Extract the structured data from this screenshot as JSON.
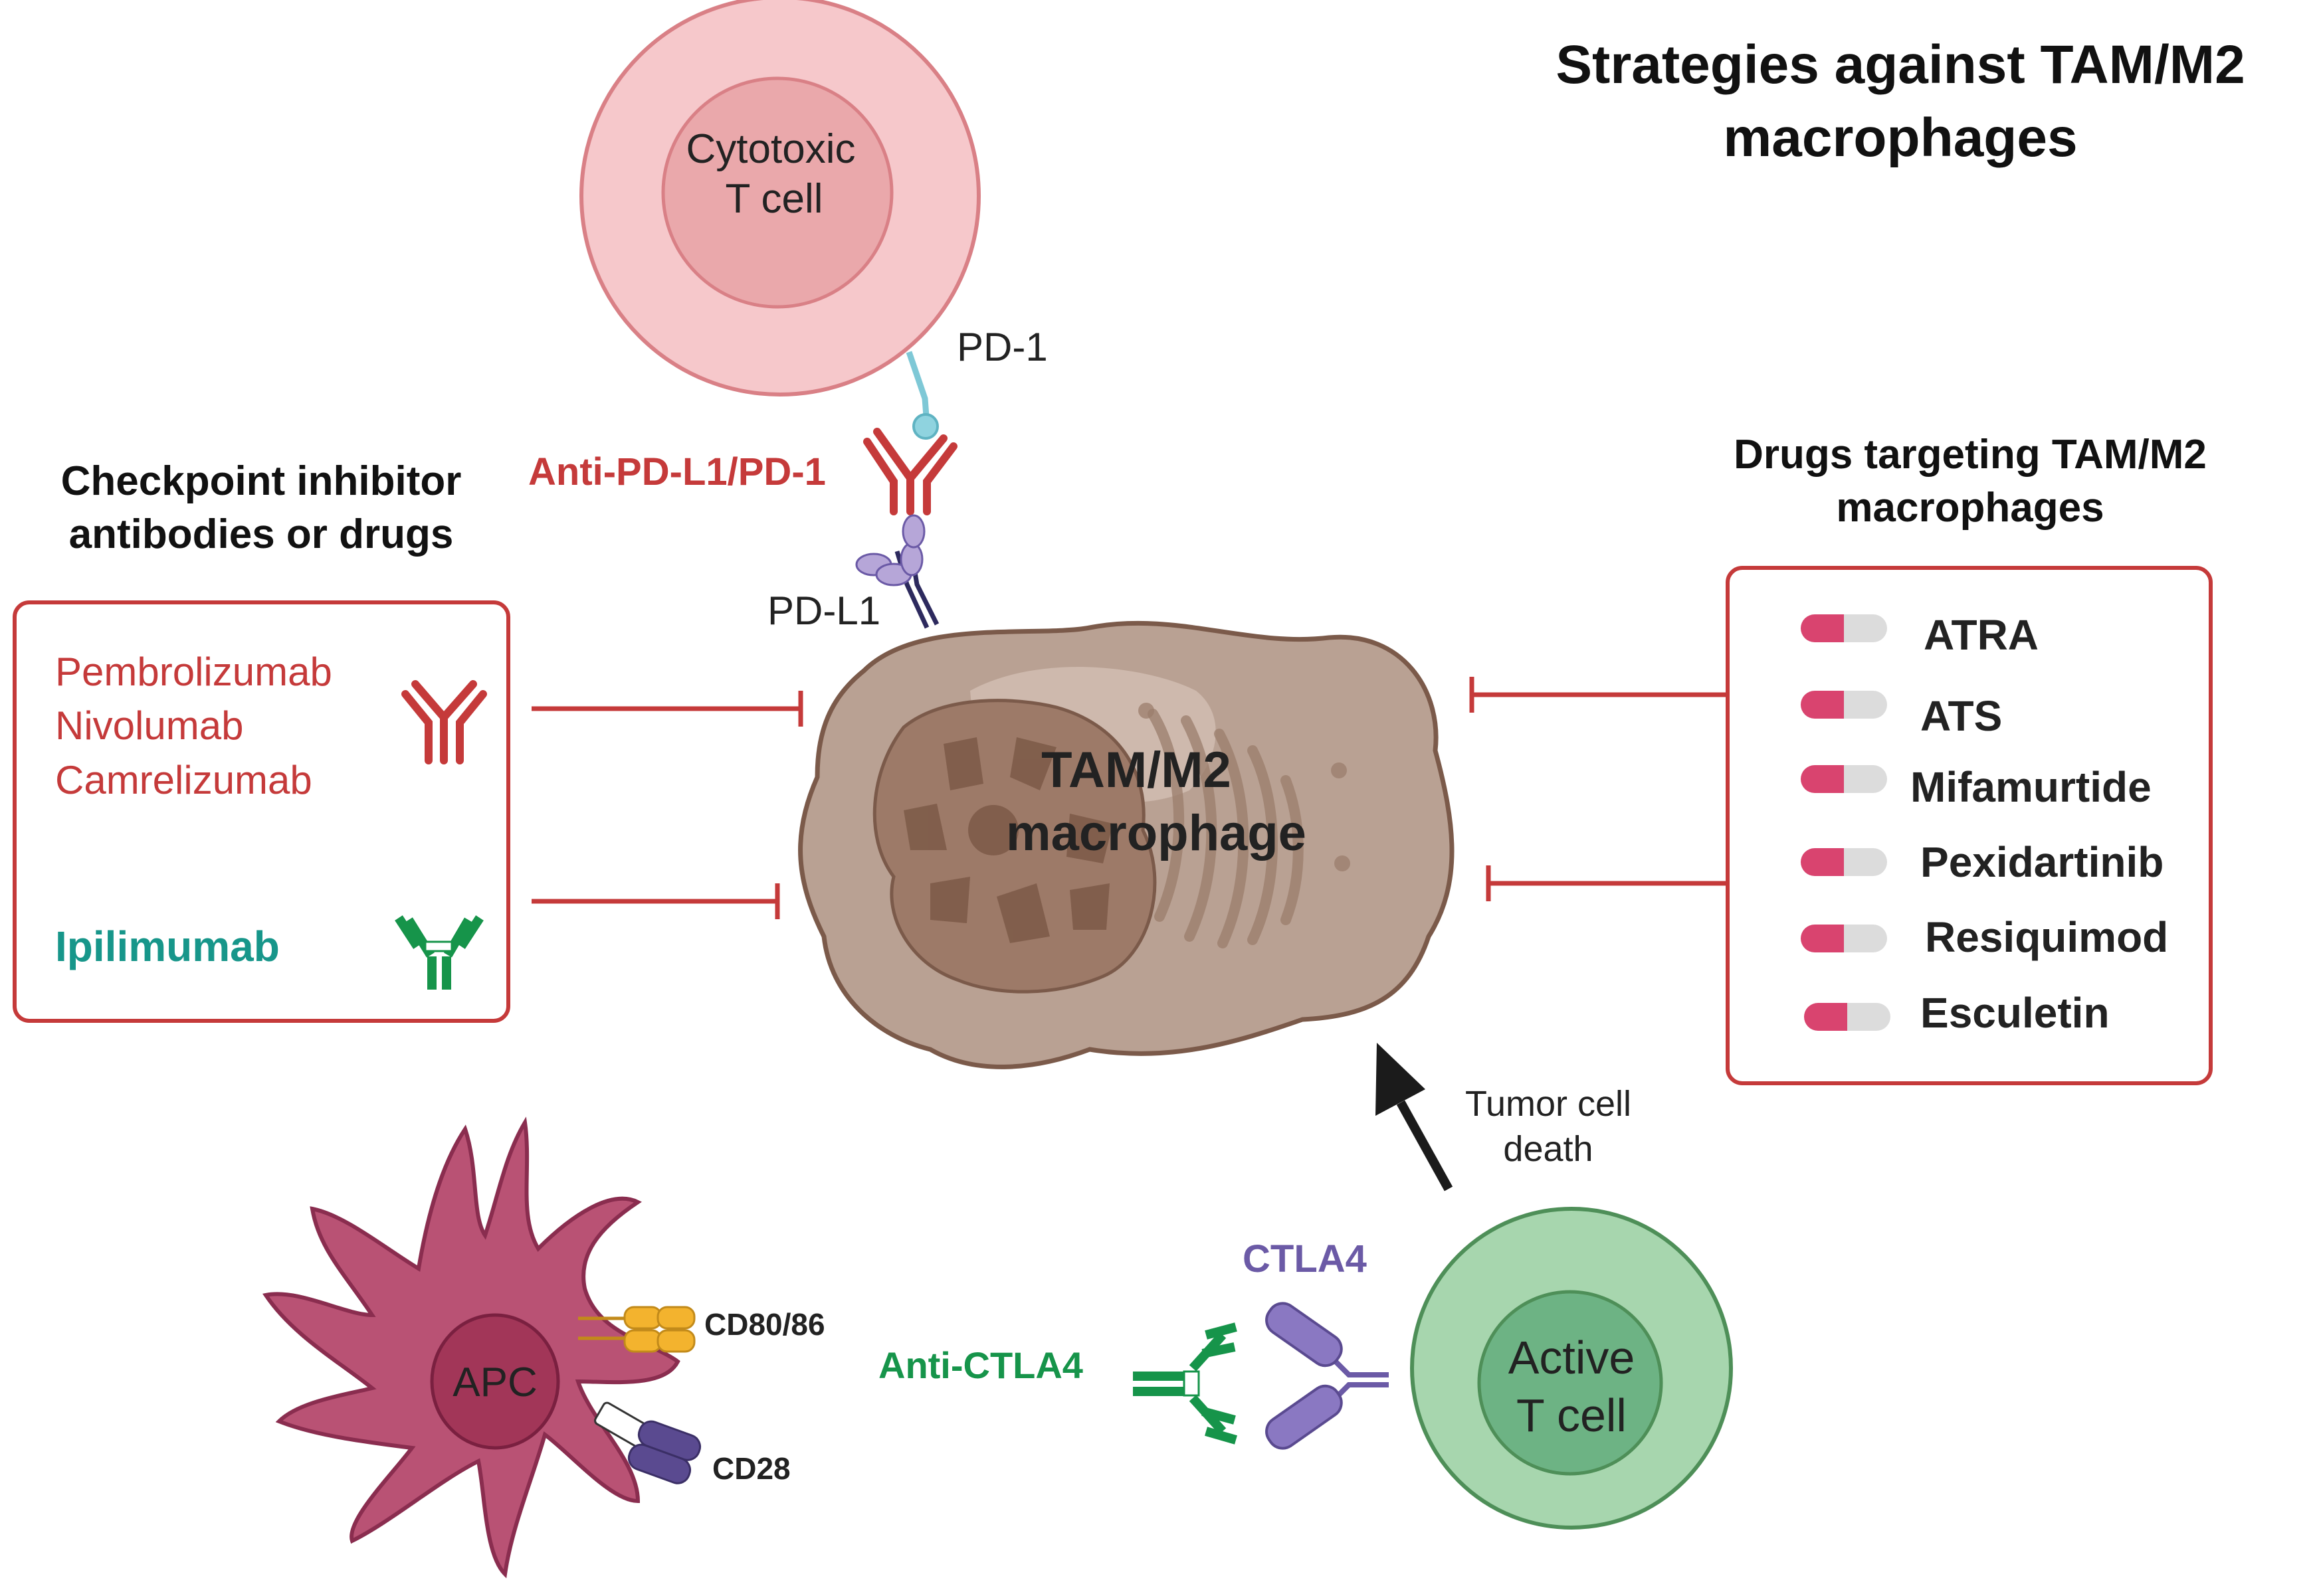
{
  "title": {
    "line1": "Strategies against TAM/M2",
    "line2": "macrophages"
  },
  "cytotoxic_t_cell": {
    "line1": "Cytotoxic",
    "line2": "T cell"
  },
  "pd1_label": "PD-1",
  "pdl1_label": "PD-L1",
  "anti_pd_label": "Anti-PD-L1/PD-1",
  "tam": {
    "line1": "TAM/M2",
    "line2": "macrophage"
  },
  "checkpoint": {
    "heading1": "Checkpoint inhibitor",
    "heading2": "antibodies or drugs",
    "red_drugs": [
      "Pembrolizumab",
      "Nivolumab",
      "Camrelizumab"
    ],
    "green_drug": "Ipilimumab"
  },
  "drugs_targeting": {
    "heading1": "Drugs targeting TAM/M2",
    "heading2": "macrophages",
    "items": [
      "ATRA",
      "ATS",
      "Mifamurtide",
      "Pexidartinib",
      "Resiquimod",
      "Esculetin"
    ]
  },
  "tumor_death": {
    "line1": "Tumor cell",
    "line2": "death"
  },
  "active_t_cell": {
    "line1": "Active",
    "line2": "T cell"
  },
  "apc": {
    "label": "APC",
    "cd80": "CD80/86",
    "cd28": "CD28"
  },
  "ctla4_label": "CTLA4",
  "anti_ctla4_label": "Anti-CTLA4",
  "colors": {
    "red": "#c53a3a",
    "teal": "#17968a",
    "green": "#16944a",
    "purple": "#6b5aa6",
    "cytotoxic_outer": "#f6c8cb",
    "tam_body": "#b79f92",
    "apc_body": "#b95274",
    "active_outer": "#a7d6ae"
  }
}
